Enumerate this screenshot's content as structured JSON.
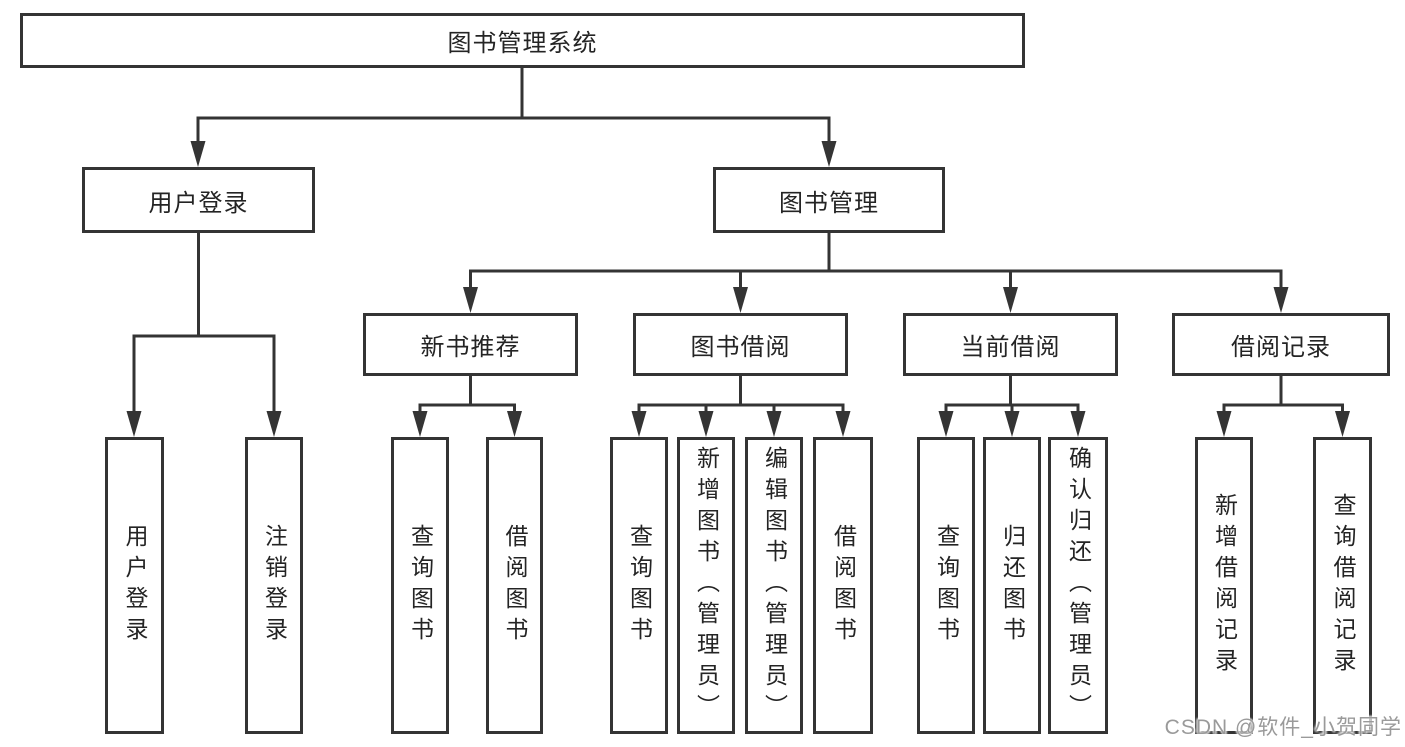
{
  "diagram": {
    "root": {
      "label": "图书管理系统"
    },
    "branches": [
      {
        "label": "用户登录",
        "children": [
          {
            "label": "用户登录"
          },
          {
            "label": "注销登录"
          }
        ]
      },
      {
        "label": "图书管理",
        "children": [
          {
            "label": "新书推荐",
            "children": [
              {
                "label": "查询图书"
              },
              {
                "label": "借阅图书"
              }
            ]
          },
          {
            "label": "图书借阅",
            "children": [
              {
                "label": "查询图书"
              },
              {
                "label": "新增图书（管理员）"
              },
              {
                "label": "编辑图书（管理员）"
              },
              {
                "label": "借阅图书"
              }
            ]
          },
          {
            "label": "当前借阅",
            "children": [
              {
                "label": "查询图书"
              },
              {
                "label": "归还图书"
              },
              {
                "label": "确认归还（管理员）"
              }
            ]
          },
          {
            "label": "借阅记录",
            "children": [
              {
                "label": "新增借阅记录"
              },
              {
                "label": "查询借阅记录"
              }
            ]
          }
        ]
      }
    ]
  },
  "watermark": {
    "text": "CSDN @软件_小贺同学"
  },
  "colors": {
    "line": "#343434",
    "text": "#242424",
    "watermark": "#9a9a9a",
    "background": "#ffffff"
  }
}
